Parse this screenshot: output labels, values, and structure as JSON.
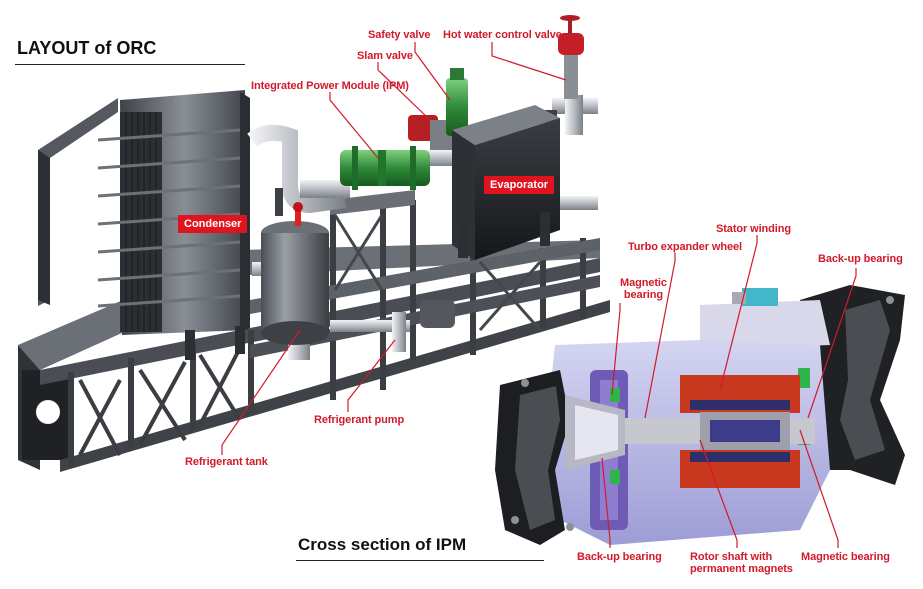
{
  "headings": {
    "layout": "LAYOUT of ORC",
    "cross_section": "Cross section of IPM"
  },
  "components": {
    "condenser": "Condenser",
    "evaporator": "Evaporator"
  },
  "callouts": {
    "safety_valve": "Safety valve",
    "hot_water_control_valve": "Hot water control valve",
    "slam_valve": "Slam valve",
    "ipm": "Integrated Power Module (IPM)",
    "refrigerant_pump": "Refrigerant pump",
    "refrigerant_tank": "Refrigerant tank"
  },
  "ipm_callouts": {
    "stator_winding": "Stator winding",
    "turbo_expander_wheel": "Turbo expander wheel",
    "magnetic_bearing_left": "Magnetic\nbearing",
    "backup_bearing_right": "Back-up bearing",
    "backup_bearing_bottom": "Back-up bearing",
    "rotor_shaft": "Rotor shaft with\npermanent magnets",
    "magnetic_bearing_bottom": "Magnetic bearing"
  },
  "colors": {
    "callout": "#d11a2a",
    "tag_bg": "#e0141e",
    "steel": "#5a5f66",
    "pipe_green": "#2f8a3a",
    "ipm_lavender": "#b8b8e6",
    "winding_red": "#c8381e"
  }
}
